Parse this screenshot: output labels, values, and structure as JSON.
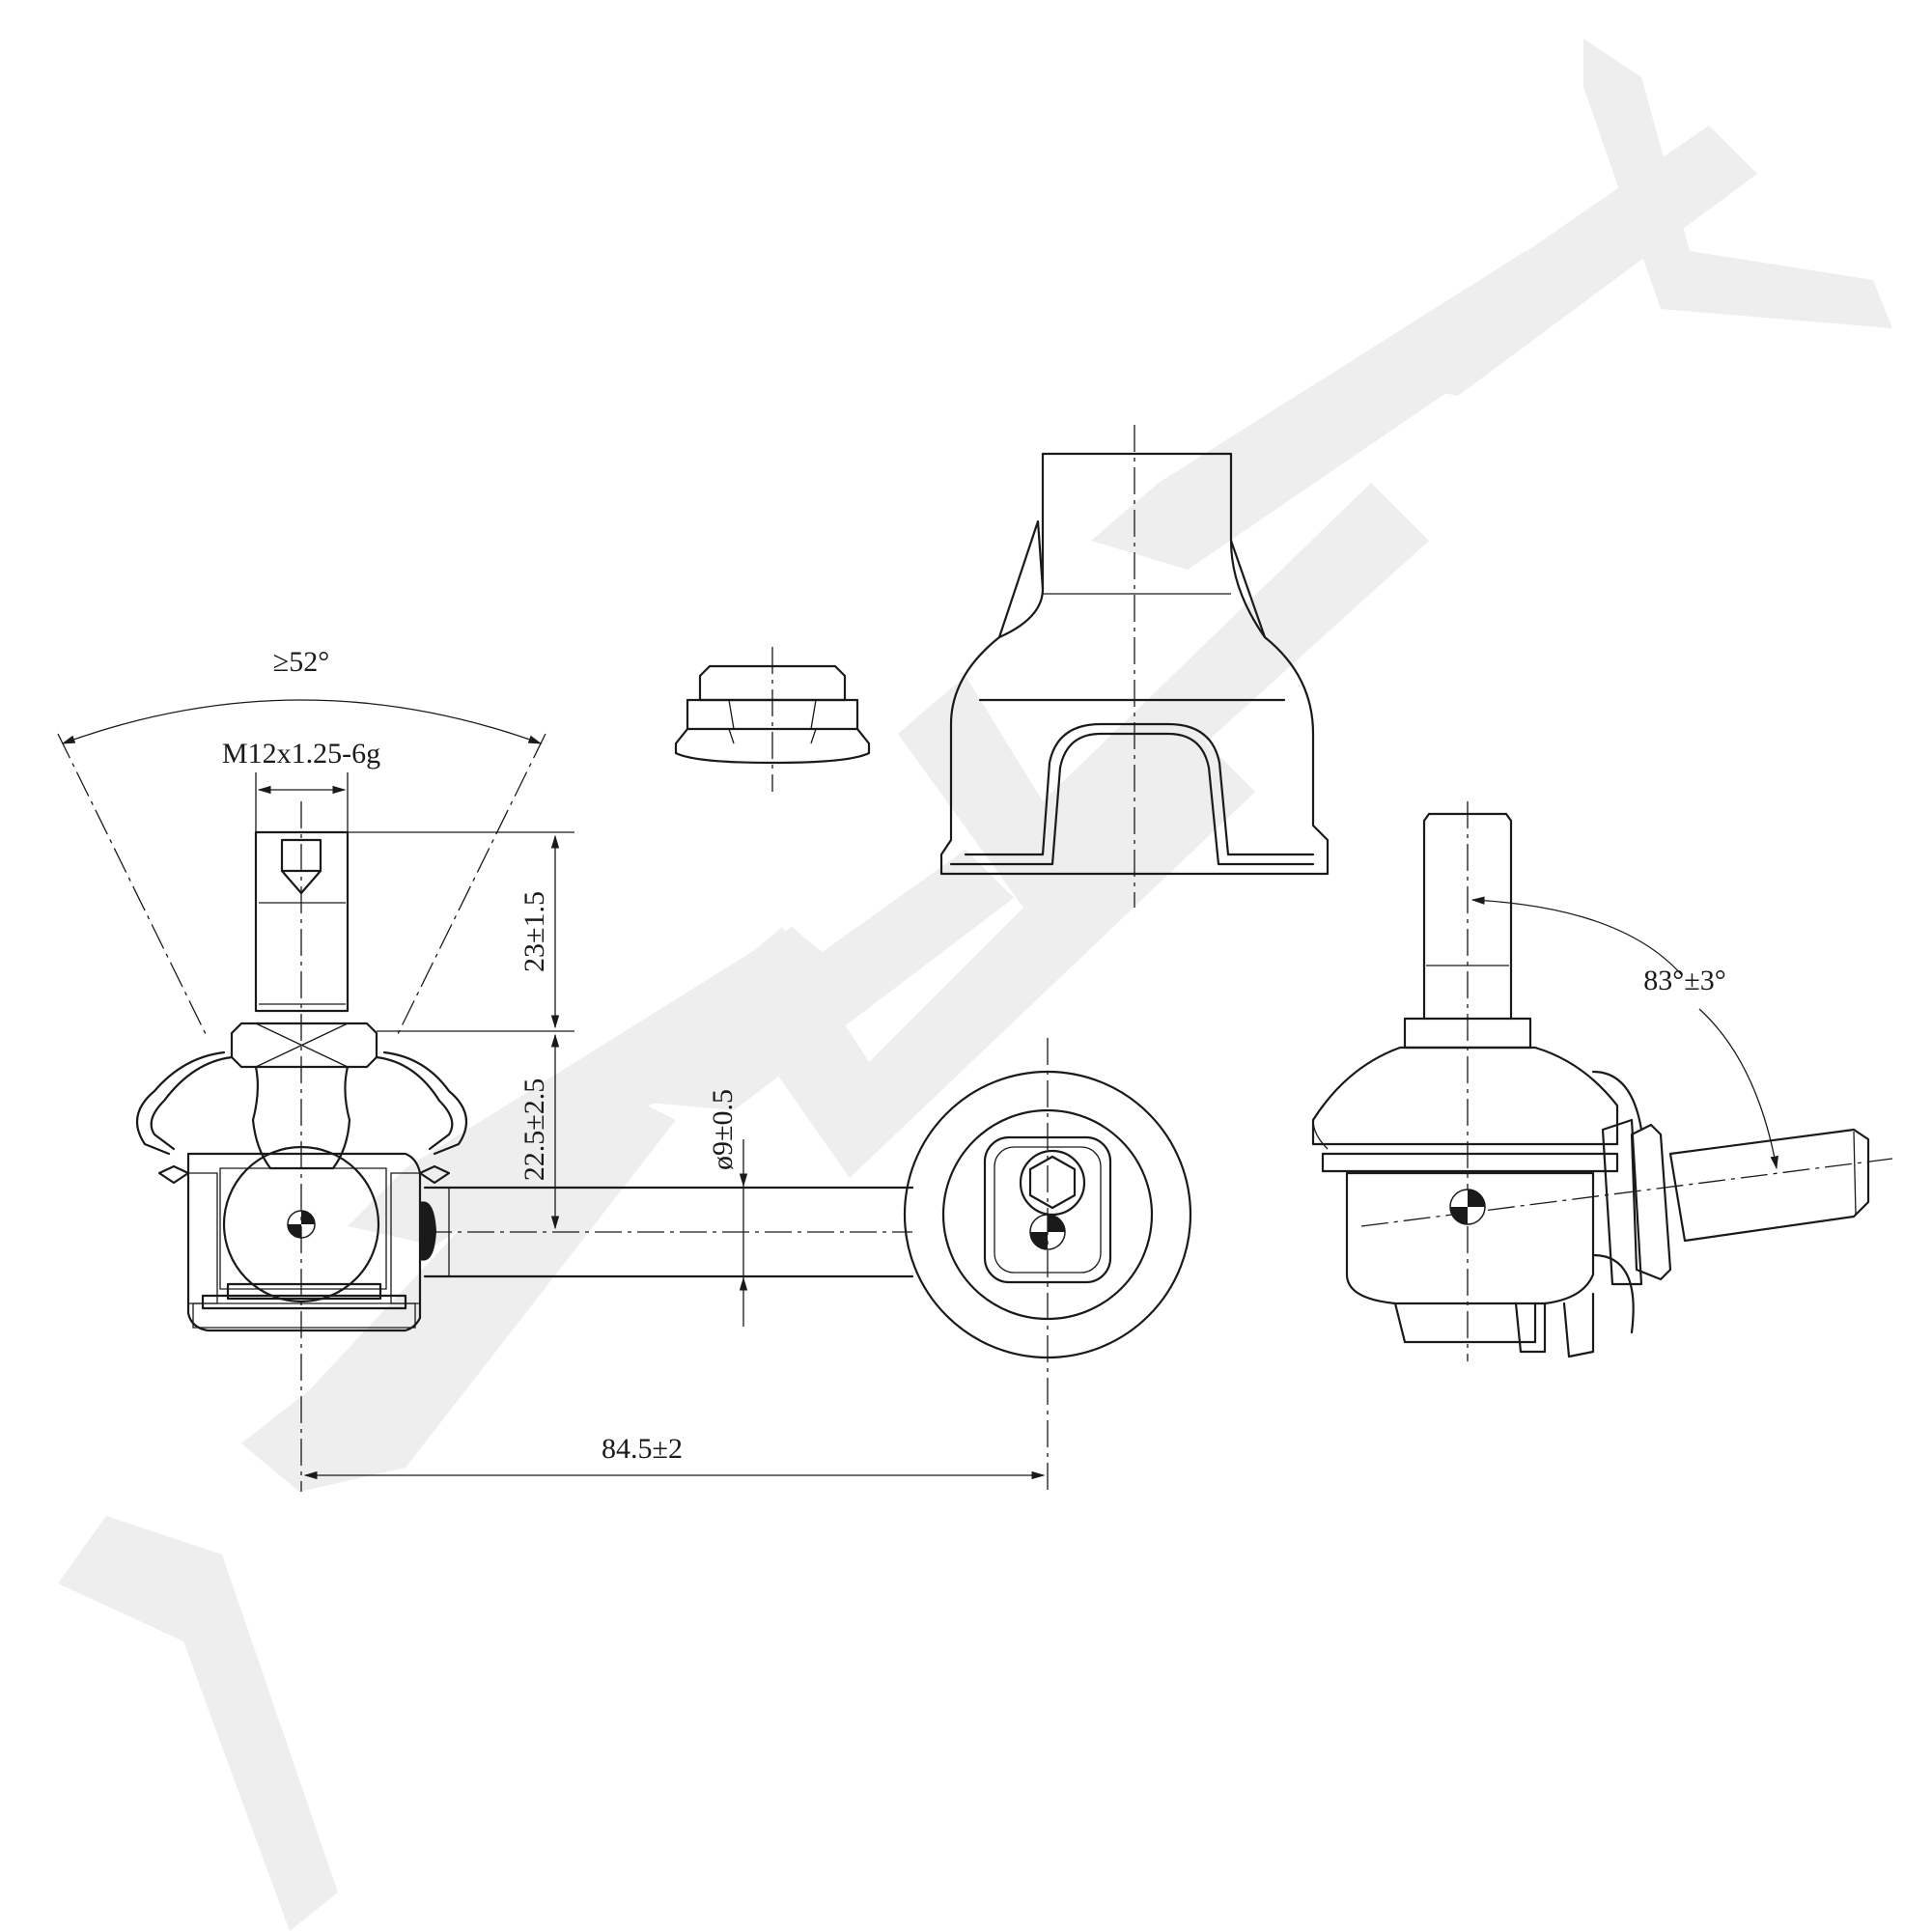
{
  "watermark": {
    "text": "ZENNEK",
    "color": "#eeeeee"
  },
  "colors": {
    "line": "#1a1a1a",
    "background": "#ffffff"
  },
  "dimensions": {
    "angle_min": "≥52°",
    "thread_spec": "M12x1.25-6g",
    "stud_length": "23±1.5",
    "body_offset": "22.5±2.5",
    "rod_diameter": "ø9±0.5",
    "center_distance": "84.5±2",
    "stud_angle": "83°±3°"
  }
}
